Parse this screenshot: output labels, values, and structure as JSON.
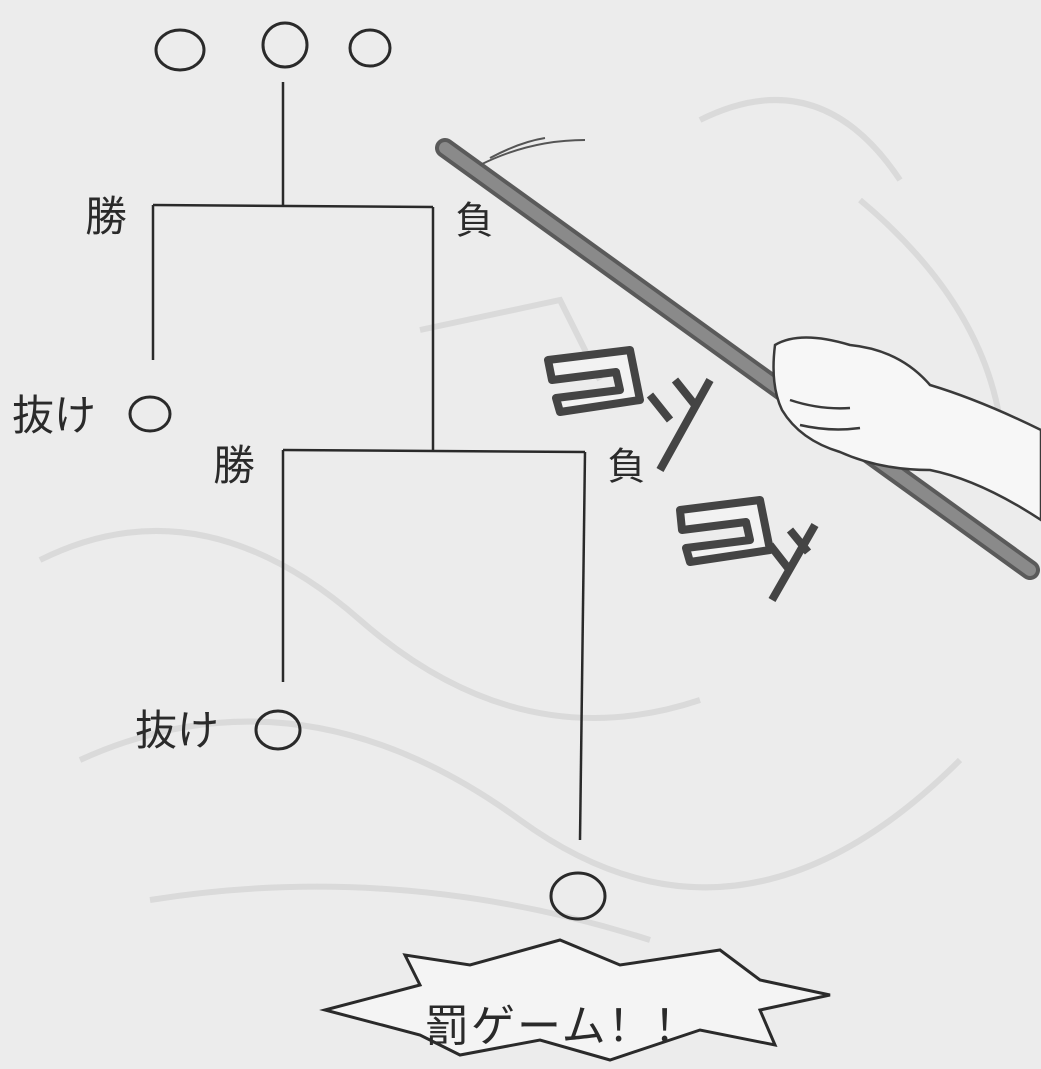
{
  "bracket": {
    "top_entrants": [
      "○",
      "○",
      "○"
    ],
    "round1": {
      "win": "勝",
      "lose": "負",
      "exit_label": "抜け",
      "exit_slot": "○"
    },
    "round2": {
      "win": "勝",
      "lose": "負",
      "exit_label": "抜け",
      "exit_slot": "○"
    },
    "final_slot": "○"
  },
  "sfx": [
    "コッ",
    "コッ"
  ],
  "banner": {
    "text": "罰ゲーム！！"
  },
  "colors": {
    "ink": "#2a2a2a",
    "paper": "#ececec",
    "stick": "#7a7a7a"
  },
  "icons": [
    "pointer-stick-icon",
    "hand-icon",
    "burst-banner-icon"
  ]
}
